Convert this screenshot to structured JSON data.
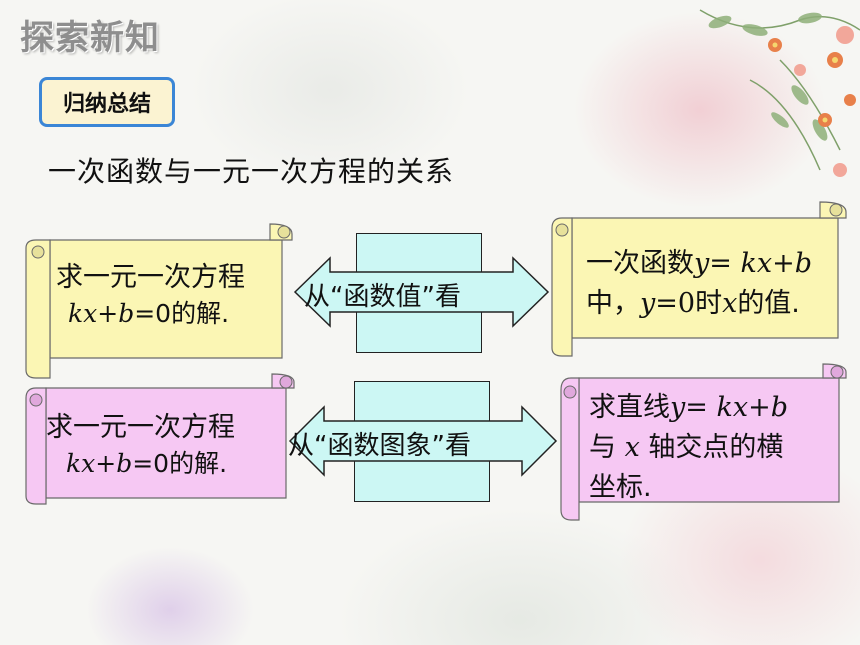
{
  "header": {
    "title": "探索新知"
  },
  "badge": {
    "label": "归纳总结"
  },
  "section": {
    "title": "一次函数与一元一次方程的关系"
  },
  "row1": {
    "left": {
      "line1": "求一元一次方程",
      "eq_var1": "kx",
      "eq_plus": "+",
      "eq_var2": "b",
      "eq_rest": "=0的解."
    },
    "arrow": {
      "label": "从“函数值”看"
    },
    "right": {
      "l1_prefix": "一次函数",
      "l1_y": "y",
      "l1_eq": "= ",
      "l1_kx": "kx",
      "l1_plus": "+",
      "l1_b": "b",
      "l2_prefix": "中，",
      "l2_y": "y",
      "l2_mid": "=0时",
      "l2_x": "x",
      "l2_suffix": "的值."
    }
  },
  "row2": {
    "left": {
      "line1": "求一元一次方程",
      "eq_var1": "kx",
      "eq_plus": "+",
      "eq_var2": "b",
      "eq_rest": "=0的解."
    },
    "arrow": {
      "label": "从“函数图象”看"
    },
    "right": {
      "l1_prefix": "求直线",
      "l1_y": "y",
      "l1_eq": "= ",
      "l1_kx": "kx",
      "l1_plus": "+",
      "l1_b": "b",
      "l2_prefix": "与 ",
      "l2_x": "x",
      "l2_suffix": " 轴交点的横",
      "l3": "坐标."
    }
  },
  "colors": {
    "yellow_scroll": "#fbf6b4",
    "pink_scroll": "#f6c8f3",
    "center_fill": "#ccf7f4",
    "badge_border": "#3b86d6"
  }
}
